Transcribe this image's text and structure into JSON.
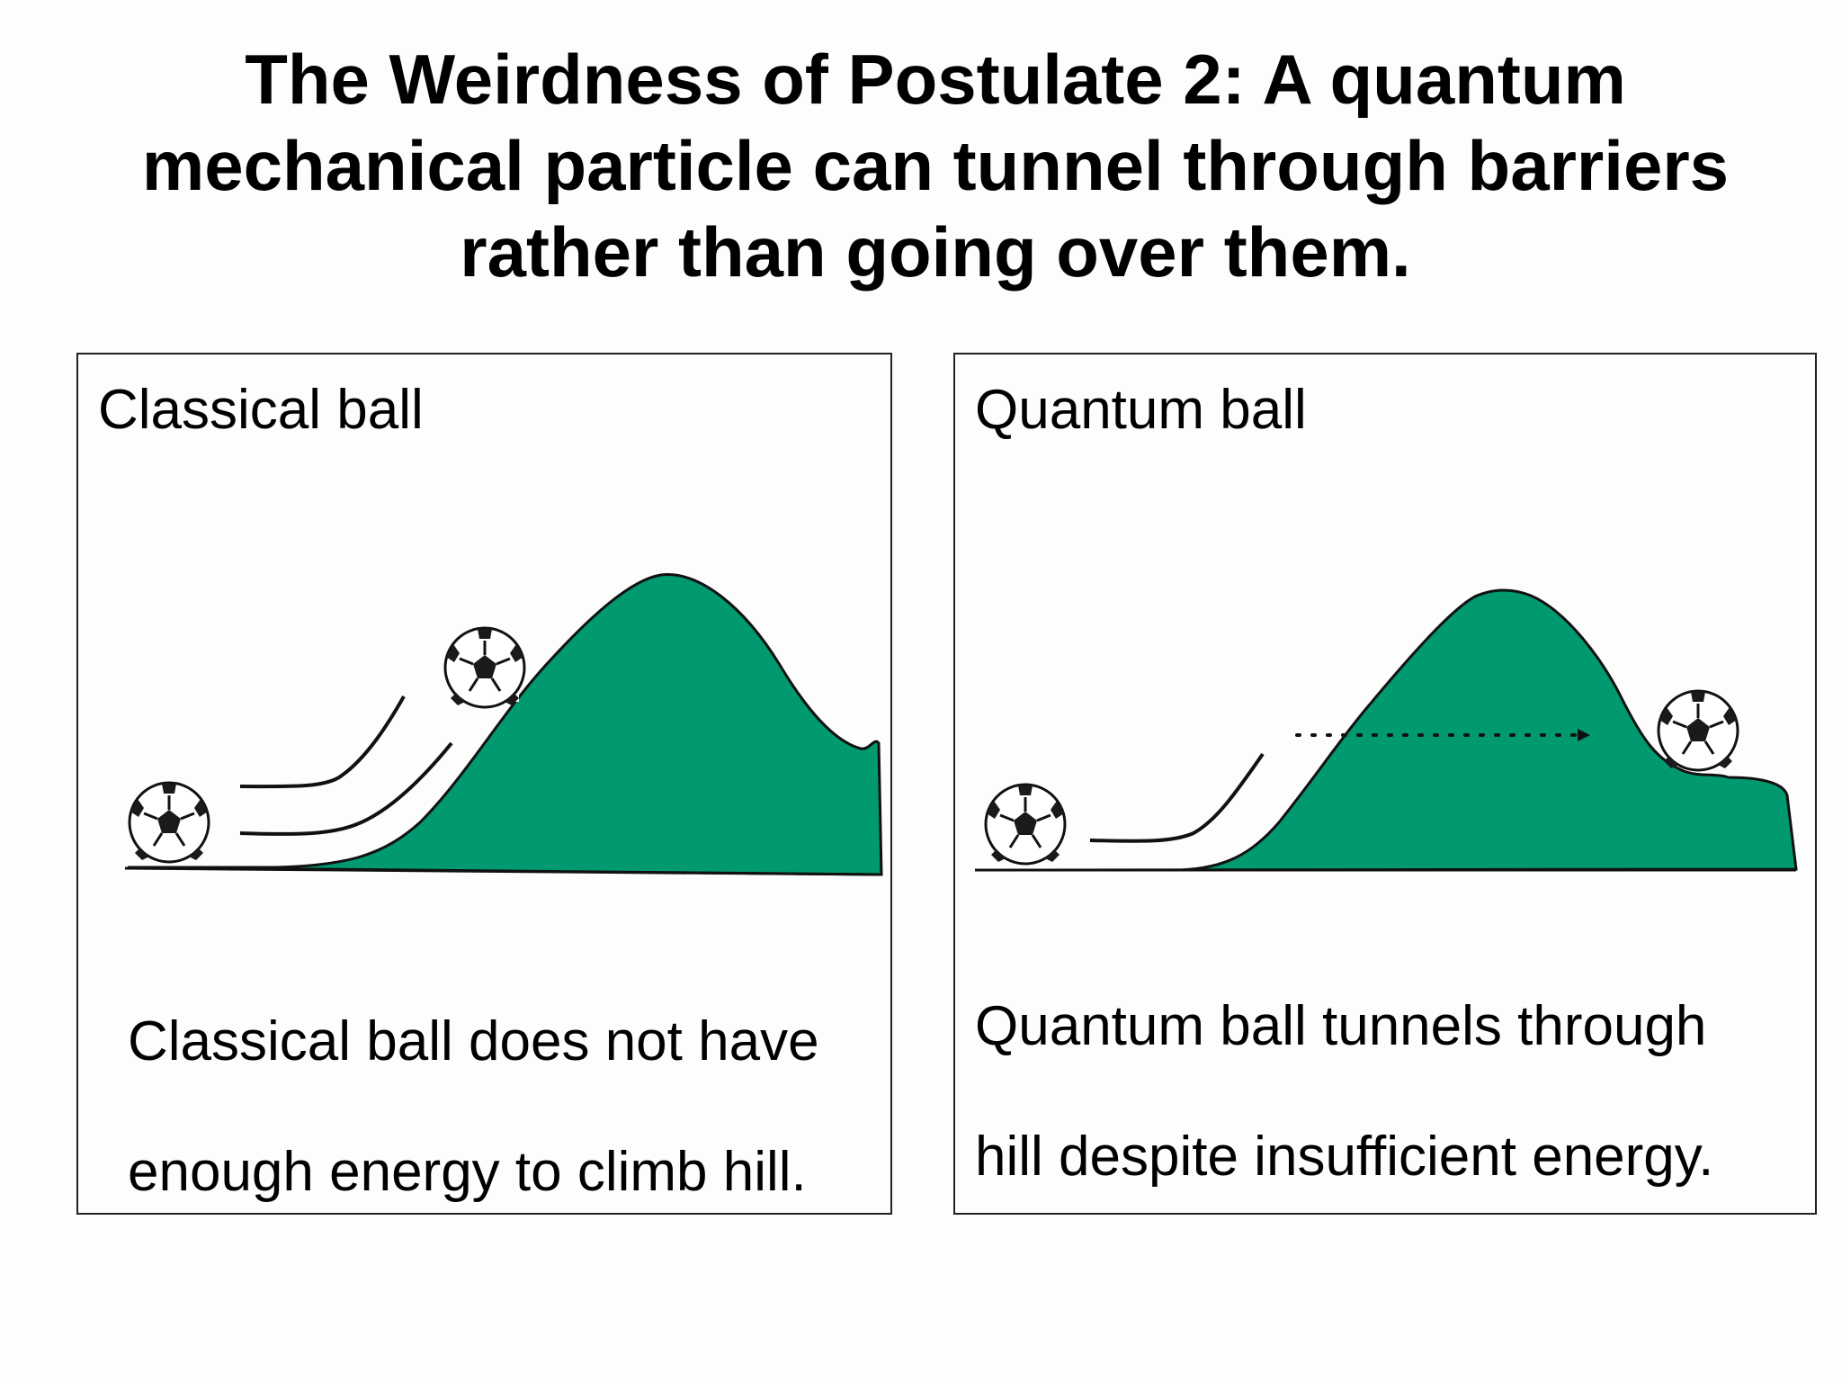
{
  "title": {
    "line1": "The Weirdness of Postulate 2: A quantum",
    "line2": "mechanical particle can tunnel through barriers",
    "line3": "rather than going over them."
  },
  "panels": {
    "classical": {
      "label": "Classical ball",
      "caption_line1": "Classical ball does not have",
      "caption_line2": "enough energy to climb hill."
    },
    "quantum": {
      "label": "Quantum ball",
      "caption_line1": "Quantum ball tunnels through",
      "caption_line2": "hill despite insufficient energy."
    }
  },
  "colors": {
    "hill": "#009970",
    "outline": "#111111",
    "ball_patch": "#1a1a1a"
  },
  "icons": [
    "soccer-ball-icon",
    "dotted-arrow-icon",
    "motion-lines-icon"
  ]
}
